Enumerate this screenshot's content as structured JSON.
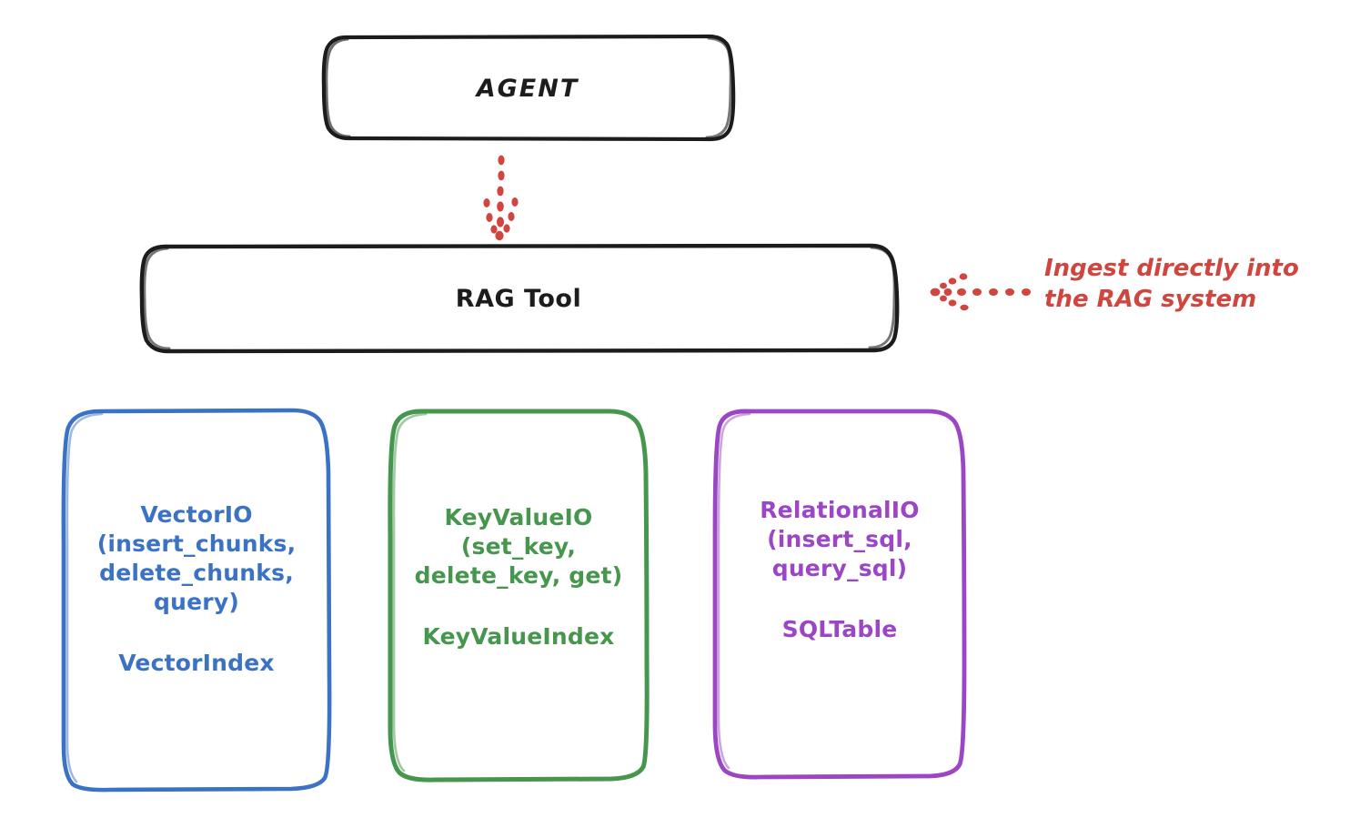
{
  "diagram": {
    "title_nodes": {
      "agent": "AGENT",
      "rag_tool": "RAG Tool"
    },
    "annotation": {
      "text": "Ingest directly into\nthe RAG system",
      "color": "#d1453f",
      "arrow": "dotted-arrow-left-icon"
    },
    "connector": {
      "agent_to_rag": "dotted-arrow-down-icon",
      "color": "#d1453f"
    },
    "leaves": [
      {
        "id": "vector",
        "api": "VectorIO\n(insert_chunks,\ndelete_chunks,\nquery)",
        "index": "VectorIndex",
        "color": "#3b72c4"
      },
      {
        "id": "keyvalue",
        "api": "KeyValueIO\n(set_key,\ndelete_key, get)",
        "index": "KeyValueIndex",
        "color": "#46964e"
      },
      {
        "id": "relational",
        "api": "RelationalIO\n(insert_sql,\nquery_sql)",
        "index": "SQLTable",
        "color": "#9b46c4"
      }
    ],
    "stroke_colors": {
      "black": "#1c1c1c",
      "blue": "#3b72c4",
      "green": "#46964e",
      "purple": "#9b46c4",
      "red": "#d1453f"
    },
    "background": "#ffffff"
  }
}
